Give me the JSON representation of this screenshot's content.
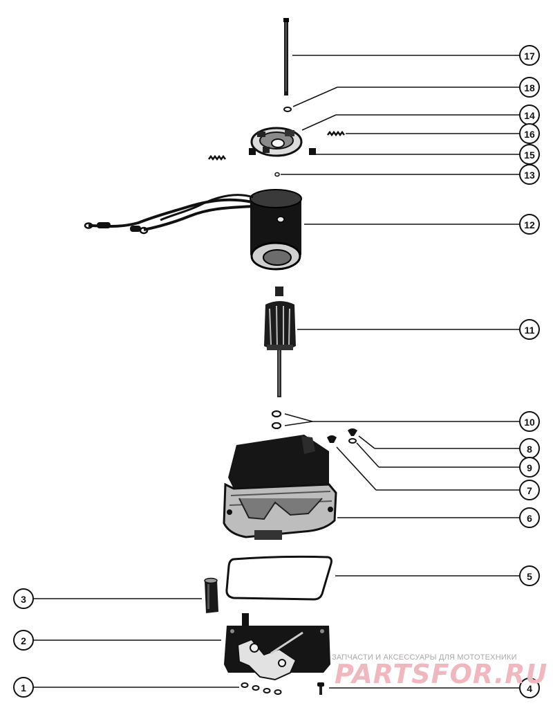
{
  "diagram": {
    "callouts": [
      {
        "id": "17",
        "label": "17"
      },
      {
        "id": "18",
        "label": "18"
      },
      {
        "id": "14",
        "label": "14"
      },
      {
        "id": "16",
        "label": "16"
      },
      {
        "id": "15",
        "label": "15"
      },
      {
        "id": "13",
        "label": "13"
      },
      {
        "id": "12",
        "label": "12"
      },
      {
        "id": "11",
        "label": "11"
      },
      {
        "id": "10",
        "label": "10"
      },
      {
        "id": "8",
        "label": "8"
      },
      {
        "id": "9",
        "label": "9"
      },
      {
        "id": "7",
        "label": "7"
      },
      {
        "id": "6",
        "label": "6"
      },
      {
        "id": "5",
        "label": "5"
      },
      {
        "id": "3",
        "label": "3"
      },
      {
        "id": "2",
        "label": "2"
      },
      {
        "id": "1",
        "label": "1"
      },
      {
        "id": "4",
        "label": "4"
      }
    ]
  },
  "watermark": {
    "tagline": "ЗАПЧАСТИ И АКСЕССУАРЫ ДЛЯ МОТОТЕХНИКИ",
    "logo": "PARTSFOR.RU",
    "color": "#f1b7bf"
  }
}
